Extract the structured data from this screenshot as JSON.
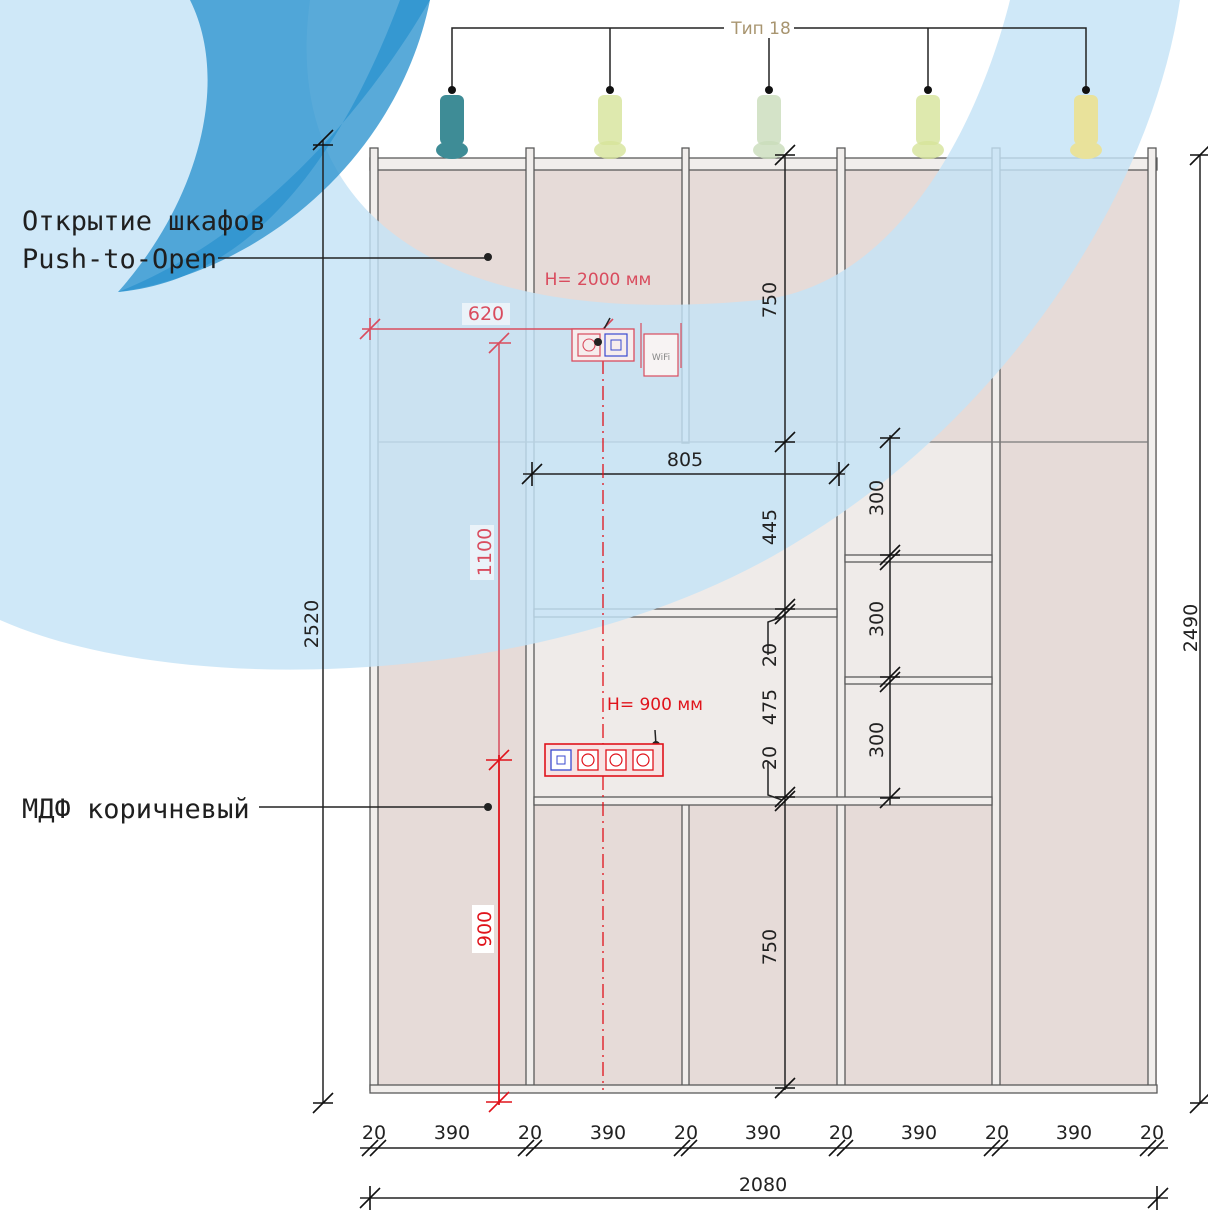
{
  "fixtures": {
    "type_label": "Тип 18"
  },
  "callouts": {
    "push_line1": "Открытие шкафов",
    "push_line2": "Push-to-Open",
    "material": "МДФ коричневый"
  },
  "outlets": {
    "upper_height": "H= 2000 мм",
    "lower_height": "H= 900 мм",
    "wifi_label": "WiFi"
  },
  "dimensions": {
    "total_height_left": "2520",
    "total_height_right": "2490",
    "total_width": "2080",
    "top_section": "750",
    "middle_upper": "445",
    "board_1": "20",
    "middle_lower": "475",
    "board_2": "20",
    "bottom_section": "750",
    "shelf_spacing": [
      "300",
      "300",
      "300"
    ],
    "niche_width": "805",
    "outlet_offset": "620",
    "outlet_height_upper": "1100",
    "outlet_height_lower": "900",
    "bottom_row": [
      "20",
      "390",
      "20",
      "390",
      "20",
      "390",
      "20",
      "390",
      "20",
      "390",
      "20"
    ]
  }
}
